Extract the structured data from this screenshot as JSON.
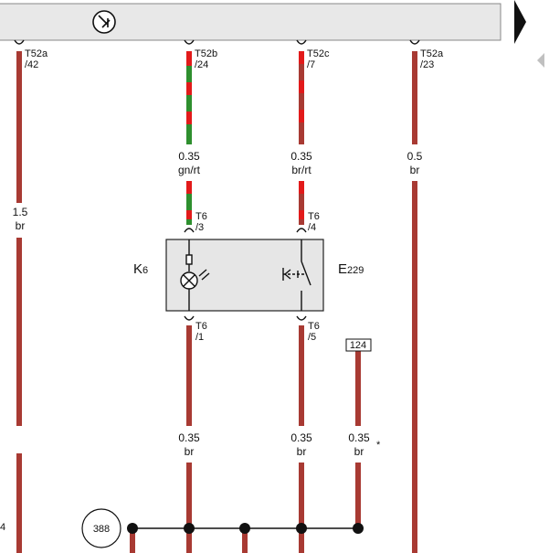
{
  "top_bar": {
    "icon": "ground-symbol-icon"
  },
  "connectors": {
    "t52a_42": {
      "line1": "T52a",
      "line2": "/42"
    },
    "t52b_24": {
      "line1": "T52b",
      "line2": "/24"
    },
    "t52c_7": {
      "line1": "T52c",
      "line2": "/7"
    },
    "t52a_23": {
      "line1": "T52a",
      "line2": "/23"
    },
    "t6_3": {
      "line1": "T6",
      "line2": "/3"
    },
    "t6_4": {
      "line1": "T6",
      "line2": "/4"
    },
    "t6_1": {
      "line1": "T6",
      "line2": "/1"
    },
    "t6_5": {
      "line1": "T6",
      "line2": "/5"
    }
  },
  "wires": {
    "w1": {
      "size": "1.5",
      "color": "br"
    },
    "w2": {
      "size": "0.35",
      "color": "gn/rt"
    },
    "w3": {
      "size": "0.35",
      "color": "br/rt"
    },
    "w4": {
      "size": "0.5",
      "color": "br"
    },
    "w5": {
      "size": "0.35",
      "color": "br"
    },
    "w6": {
      "size": "0.35",
      "color": "br"
    },
    "w7": {
      "size": "0.35",
      "color": "br",
      "mark": "*"
    }
  },
  "components": {
    "k6": {
      "main": "K",
      "sub": "6"
    },
    "e229": {
      "main": "E",
      "sub": "229"
    }
  },
  "refs": {
    "box124": "124",
    "circle388": "388"
  },
  "edge_text": {
    "left": "4"
  },
  "colors": {
    "brown": "#a83a33",
    "red": "#e21a1a",
    "green": "#2e8f2e",
    "box_fill": "#e6e6e6",
    "bar_fill": "#e8e8e8"
  }
}
